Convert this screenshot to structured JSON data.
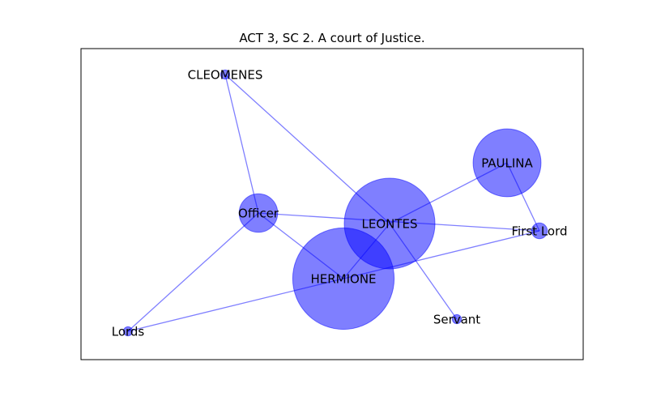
{
  "title": "ACT 3, SC 2. A court of Justice.",
  "colors": {
    "node": "#0000ff",
    "edge": "#0000ff",
    "frame": "#000000"
  },
  "chart_data": {
    "type": "network",
    "title": "ACT 3, SC 2. A court of Justice.",
    "nodes": [
      {
        "id": "CLEOMENES",
        "label": "CLEOMENES",
        "size": 1
      },
      {
        "id": "Officer",
        "label": "Officer",
        "size": 18
      },
      {
        "id": "LEONTES",
        "label": "LEONTES",
        "size": 100
      },
      {
        "id": "PAULINA",
        "label": "PAULINA",
        "size": 56
      },
      {
        "id": "First Lord",
        "label": "First Lord",
        "size": 3
      },
      {
        "id": "HERMIONE",
        "label": "HERMIONE",
        "size": 125
      },
      {
        "id": "Servant",
        "label": "Servant",
        "size": 1
      },
      {
        "id": "Lords",
        "label": "Lords",
        "size": 1
      }
    ],
    "edges": [
      [
        "CLEOMENES",
        "Officer"
      ],
      [
        "CLEOMENES",
        "LEONTES"
      ],
      [
        "Officer",
        "First Lord"
      ],
      [
        "Officer",
        "HERMIONE"
      ],
      [
        "Officer",
        "Lords"
      ],
      [
        "LEONTES",
        "PAULINA"
      ],
      [
        "LEONTES",
        "HERMIONE"
      ],
      [
        "LEONTES",
        "Servant"
      ],
      [
        "PAULINA",
        "First Lord"
      ],
      [
        "HERMIONE",
        "Lords"
      ],
      [
        "HERMIONE",
        "First Lord"
      ]
    ]
  }
}
